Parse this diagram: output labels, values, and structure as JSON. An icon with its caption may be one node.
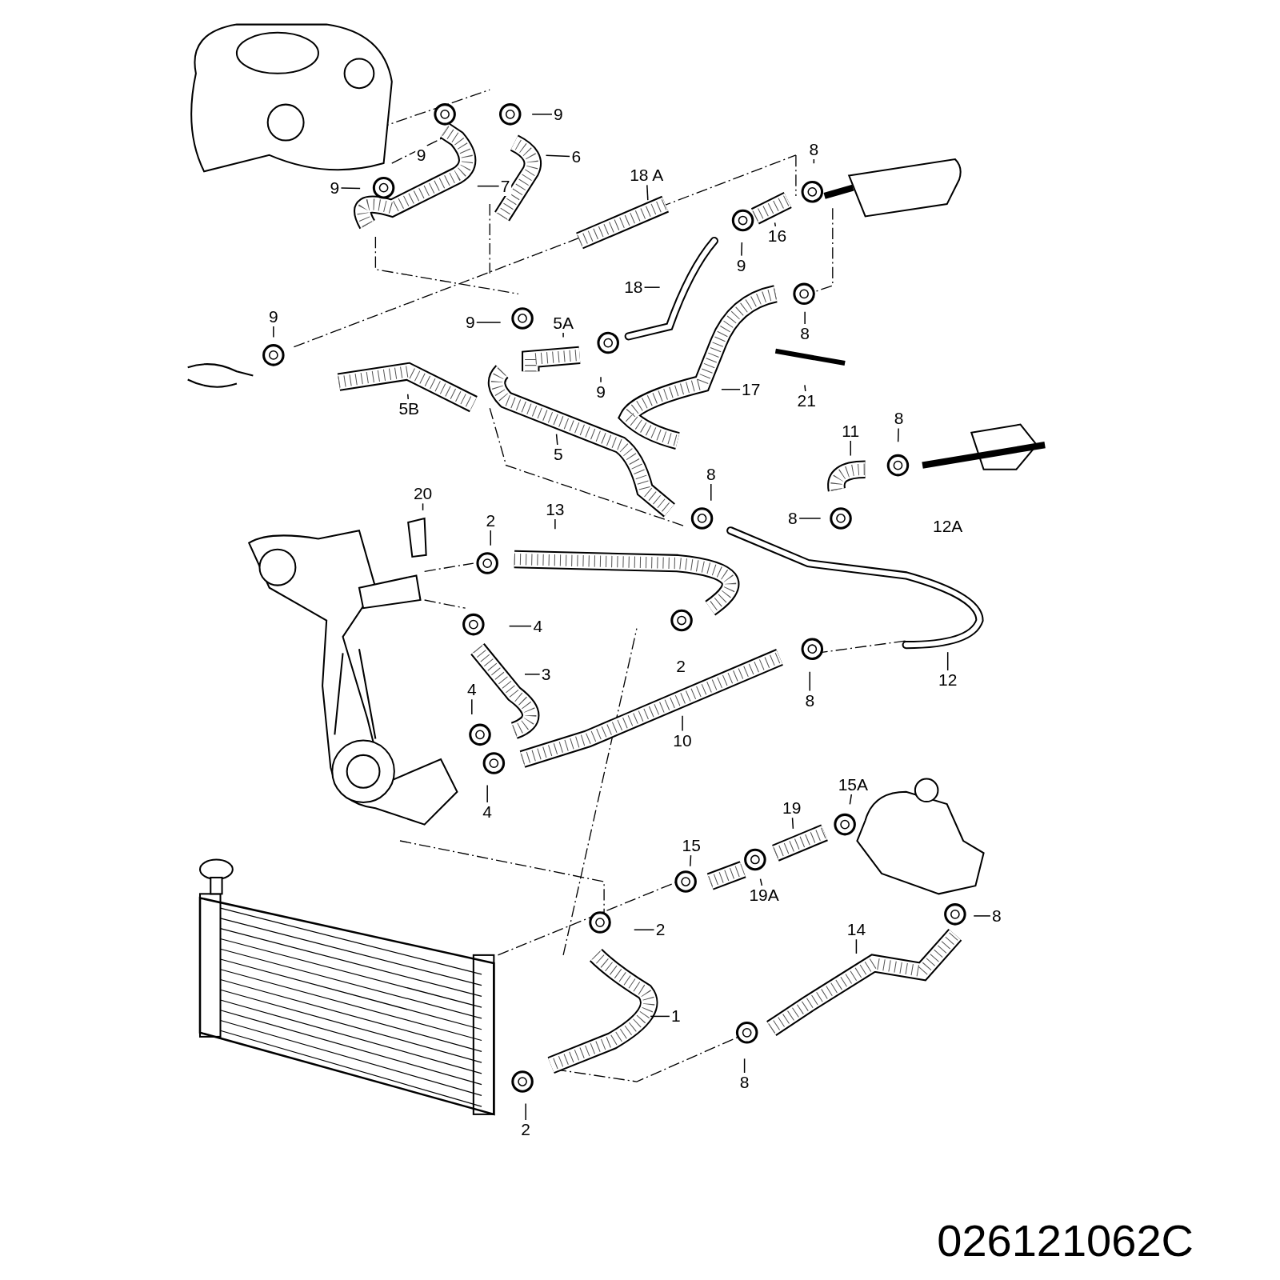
{
  "diagram": {
    "nodes": [
      {
        "text": [
          "9"
        ]
      },
      {
        "text": [
          "6"
        ]
      },
      {
        "text": [
          "9"
        ]
      },
      {
        "text": [
          "7"
        ]
      },
      {
        "text": [
          "18 A"
        ]
      },
      {
        "text": [
          "8"
        ]
      },
      {
        "text": [
          "16"
        ]
      },
      {
        "text": [
          "9"
        ]
      },
      {
        "text": [
          "18"
        ]
      },
      {
        "text": [
          "9"
        ]
      },
      {
        "text": [
          "9"
        ]
      },
      {
        "text": [
          "5A"
        ]
      },
      {
        "text": [
          "8"
        ]
      },
      {
        "text": [
          "9"
        ]
      },
      {
        "text": [
          "17"
        ]
      },
      {
        "text": [
          "21"
        ]
      },
      {
        "text": [
          "5B"
        ]
      },
      {
        "text": [
          "5"
        ]
      },
      {
        "text": [
          "11"
        ]
      },
      {
        "text": [
          "8"
        ]
      },
      {
        "text": [
          "8"
        ]
      },
      {
        "text": [
          "20"
        ]
      },
      {
        "text": [
          "2"
        ]
      },
      {
        "text": [
          "13"
        ]
      },
      {
        "text": [
          "8"
        ]
      },
      {
        "text": [
          "4"
        ]
      },
      {
        "text": [
          "3"
        ]
      },
      {
        "text": [
          "12"
        ]
      },
      {
        "text": [
          "8"
        ]
      },
      {
        "text": [
          "4"
        ]
      },
      {
        "text": [
          "10"
        ]
      },
      {
        "text": [
          "4"
        ]
      },
      {
        "text": [
          "15A"
        ]
      },
      {
        "text": [
          "19"
        ]
      },
      {
        "text": [
          "15"
        ]
      },
      {
        "text": [
          "19A"
        ]
      },
      {
        "text": [
          "2"
        ]
      },
      {
        "text": [
          "8"
        ]
      },
      {
        "text": [
          "14"
        ]
      },
      {
        "text": [
          "1"
        ]
      },
      {
        "text": [
          "8"
        ]
      },
      {
        "text": [
          "2"
        ]
      },
      {
        "text": [
          "9"
        ]
      },
      {
        "text": [
          "12A"
        ]
      },
      {
        "text": [
          "2"
        ]
      }
    ],
    "edges": [
      {
        "from": 0,
        "to": null,
        "arrow": "none"
      },
      {
        "from": 1,
        "to": null,
        "arrow": "none"
      },
      {
        "from": 2,
        "to": null,
        "arrow": "none"
      },
      {
        "from": 3,
        "to": null,
        "arrow": "none"
      },
      {
        "from": 4,
        "to": null,
        "arrow": "none"
      },
      {
        "from": 5,
        "to": null,
        "arrow": "none"
      },
      {
        "from": 6,
        "to": null,
        "arrow": "none"
      },
      {
        "from": 7,
        "to": null,
        "arrow": "none"
      },
      {
        "from": 8,
        "to": null,
        "arrow": "none"
      },
      {
        "from": 9,
        "to": null,
        "arrow": "none"
      },
      {
        "from": 10,
        "to": null,
        "arrow": "none"
      },
      {
        "from": 11,
        "to": null,
        "arrow": "none"
      },
      {
        "from": 12,
        "to": null,
        "arrow": "none"
      },
      {
        "from": 13,
        "to": null,
        "arrow": "none"
      },
      {
        "from": 14,
        "to": null,
        "arrow": "none"
      },
      {
        "from": 15,
        "to": null,
        "arrow": "none"
      },
      {
        "from": 16,
        "to": null,
        "arrow": "none"
      },
      {
        "from": 17,
        "to": null,
        "arrow": "none"
      },
      {
        "from": 18,
        "to": null,
        "arrow": "none"
      },
      {
        "from": 19,
        "to": null,
        "arrow": "none"
      },
      {
        "from": 20,
        "to": null,
        "arrow": "none"
      },
      {
        "from": 21,
        "to": null,
        "arrow": "none"
      },
      {
        "from": 22,
        "to": null,
        "arrow": "none"
      },
      {
        "from": 23,
        "to": null,
        "arrow": "none"
      },
      {
        "from": 24,
        "to": null,
        "arrow": "none"
      },
      {
        "from": 25,
        "to": null,
        "arrow": "none"
      },
      {
        "from": 26,
        "to": null,
        "arrow": "none"
      },
      {
        "from": 27,
        "to": null,
        "arrow": "none"
      },
      {
        "from": 28,
        "to": null,
        "arrow": "none"
      },
      {
        "from": 29,
        "to": null,
        "arrow": "none"
      },
      {
        "from": 30,
        "to": null,
        "arrow": "none"
      },
      {
        "from": 31,
        "to": null,
        "arrow": "none"
      },
      {
        "from": 32,
        "to": null,
        "arrow": "none"
      },
      {
        "from": 33,
        "to": null,
        "arrow": "none"
      },
      {
        "from": 34,
        "to": null,
        "arrow": "none"
      },
      {
        "from": 35,
        "to": null,
        "arrow": "none"
      },
      {
        "from": 36,
        "to": null,
        "arrow": "none"
      },
      {
        "from": 37,
        "to": null,
        "arrow": "none"
      },
      {
        "from": 38,
        "to": null,
        "arrow": "none"
      },
      {
        "from": 39,
        "to": null,
        "arrow": "none"
      },
      {
        "from": 40,
        "to": null,
        "arrow": "none"
      },
      {
        "from": 41,
        "to": null,
        "arrow": "none"
      }
    ],
    "labels": [
      "026121062C"
    ]
  }
}
